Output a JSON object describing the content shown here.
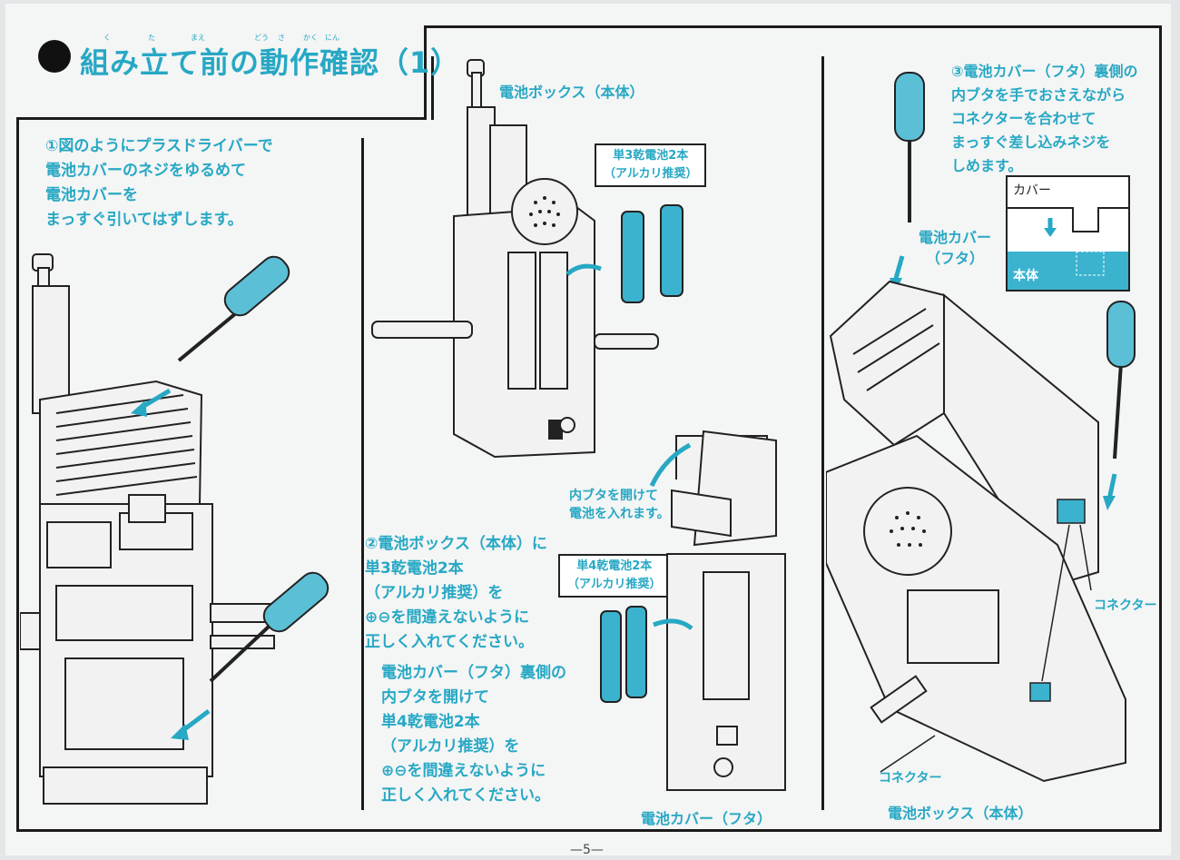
{
  "title": "組み立て前の動作確認（1）",
  "title_ruby": [
    "く",
    "た",
    "まえ",
    "どう",
    "さ",
    "かく",
    "にん"
  ],
  "step1": {
    "lines": [
      "①図のようにプラスドライバーで",
      "電池カバーのネジをゆるめて",
      "電池カバーを",
      "まっすぐ引いてはずします。"
    ]
  },
  "panel2": {
    "battery_box_label": "電池ボックス（本体）",
    "callout_top": [
      "単3乾電池2本",
      "（アルカリ推奨）"
    ],
    "inner_lid_note": [
      "内ブタを開けて",
      "電池を入れます。"
    ],
    "callout_bottom": [
      "単4乾電池2本",
      "（アルカリ推奨）"
    ],
    "step2_lines": [
      "②電池ボックス（本体）に",
      "単3乾電池2本",
      "（アルカリ推奨）を",
      "⊕⊖を間違えないように",
      "正しく入れてください。"
    ],
    "step2b_lines": [
      "電池カバー（フタ）裏側の",
      "内ブタを開けて",
      "単4乾電池2本",
      "（アルカリ推奨）を",
      "⊕⊖を間違えないように",
      "正しく入れてください。"
    ],
    "cover_label": "電池カバー（フタ）"
  },
  "step3": {
    "lines": [
      "③電池カバー（フタ）裏側の",
      "内ブタを手でおさえながら",
      "コネクターを合わせて",
      "まっすぐ差し込みネジを",
      "しめます。"
    ],
    "inset_cover_label": "カバー",
    "inset_body_label": "本体",
    "cover_label": [
      "電池カバー",
      "（フタ）"
    ],
    "connector_label_1": "コネクター",
    "connector_label_2": "コネクター",
    "battery_box_label": "電池ボックス（本体）"
  },
  "page_number": "—5—",
  "colors": {
    "accent": "#27a8c4",
    "line": "#1b1b1b",
    "paper": "#f4f5f5"
  }
}
